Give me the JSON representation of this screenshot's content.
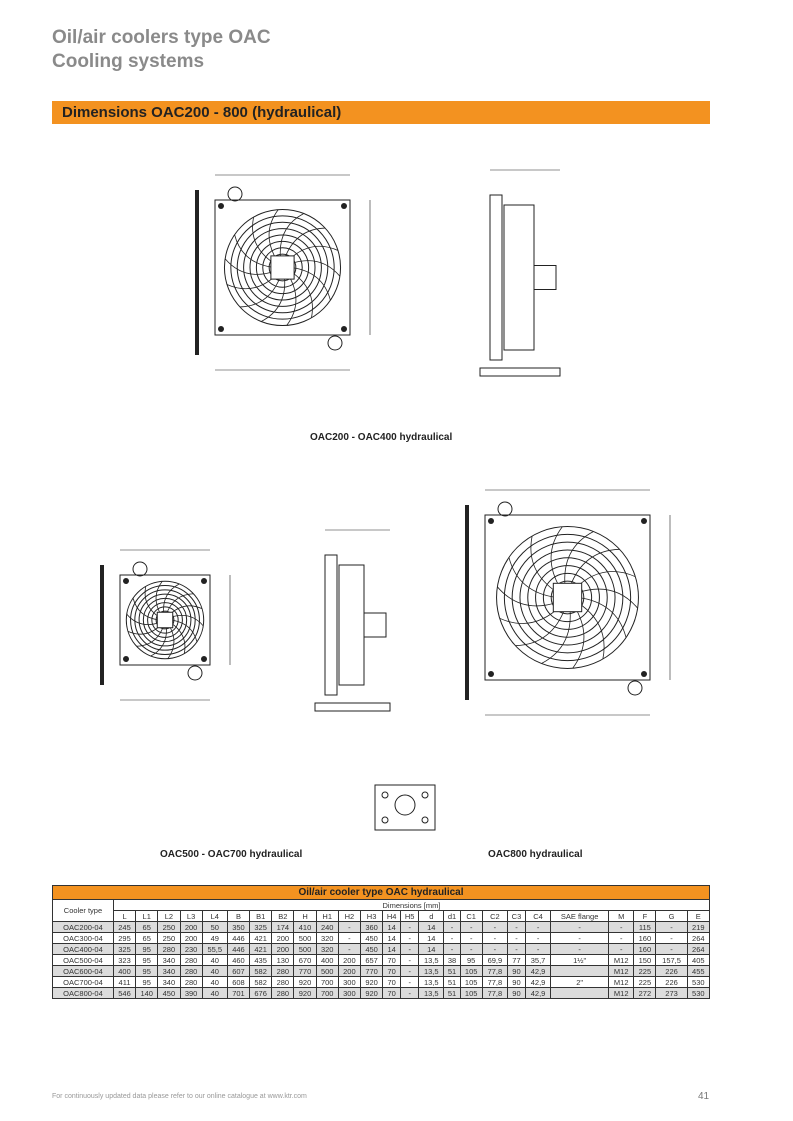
{
  "header": {
    "title1": "Oil/air coolers type OAC",
    "title2": "Cooling systems",
    "section": "Dimensions OAC200 - 800 (hydraulical)"
  },
  "captions": {
    "fig1": "OAC200 - OAC400 hydraulical",
    "fig2": "OAC500 - OAC700 hydraulical",
    "fig3": "OAC800 hydraulical"
  },
  "table": {
    "title": "Oil/air cooler type OAC hydraulical",
    "dim_label": "Dimensions [mm]",
    "type_label": "Cooler type",
    "columns": [
      "L",
      "L1",
      "L2",
      "L3",
      "L4",
      "B",
      "B1",
      "B2",
      "H",
      "H1",
      "H2",
      "H3",
      "H4",
      "H5",
      "d",
      "d1",
      "C1",
      "C2",
      "C3",
      "C4",
      "SAE flange",
      "M",
      "F",
      "G",
      "E"
    ],
    "rows": [
      [
        "OAC200-04",
        "245",
        "65",
        "250",
        "200",
        "50",
        "350",
        "325",
        "174",
        "410",
        "240",
        "-",
        "360",
        "14",
        "-",
        "14",
        "-",
        "-",
        "-",
        "-",
        "-",
        "-",
        "-",
        "115",
        "-",
        "219"
      ],
      [
        "OAC300-04",
        "295",
        "65",
        "250",
        "200",
        "49",
        "446",
        "421",
        "200",
        "500",
        "320",
        "-",
        "450",
        "14",
        "-",
        "14",
        "-",
        "-",
        "-",
        "-",
        "-",
        "-",
        "-",
        "160",
        "-",
        "264"
      ],
      [
        "OAC400-04",
        "325",
        "95",
        "280",
        "230",
        "55,5",
        "446",
        "421",
        "200",
        "500",
        "320",
        "-",
        "450",
        "14",
        "-",
        "14",
        "-",
        "-",
        "-",
        "-",
        "-",
        "-",
        "-",
        "160",
        "-",
        "264"
      ],
      [
        "OAC500-04",
        "323",
        "95",
        "340",
        "280",
        "40",
        "460",
        "435",
        "130",
        "670",
        "400",
        "200",
        "657",
        "70",
        "-",
        "13,5",
        "38",
        "95",
        "69,9",
        "77",
        "35,7",
        "1½\"",
        "M12",
        "150",
        "157,5",
        "405"
      ],
      [
        "OAC600-04",
        "400",
        "95",
        "340",
        "280",
        "40",
        "607",
        "582",
        "280",
        "770",
        "500",
        "200",
        "770",
        "70",
        "-",
        "13,5",
        "51",
        "105",
        "77,8",
        "90",
        "42,9",
        "",
        "M12",
        "225",
        "226",
        "455"
      ],
      [
        "OAC700-04",
        "411",
        "95",
        "340",
        "280",
        "40",
        "608",
        "582",
        "280",
        "920",
        "700",
        "300",
        "920",
        "70",
        "-",
        "13,5",
        "51",
        "105",
        "77,8",
        "90",
        "42,9",
        "2\"",
        "M12",
        "225",
        "226",
        "530"
      ],
      [
        "OAC800-04",
        "546",
        "140",
        "450",
        "390",
        "40",
        "701",
        "676",
        "280",
        "920",
        "700",
        "300",
        "920",
        "70",
        "-",
        "13,5",
        "51",
        "105",
        "77,8",
        "90",
        "42,9",
        "",
        "M12",
        "272",
        "273",
        "530"
      ]
    ]
  },
  "footer": {
    "text": "For continuously updated data please refer to our online catalogue at www.ktr.com",
    "page": "41"
  },
  "colors": {
    "accent": "#f39220"
  }
}
